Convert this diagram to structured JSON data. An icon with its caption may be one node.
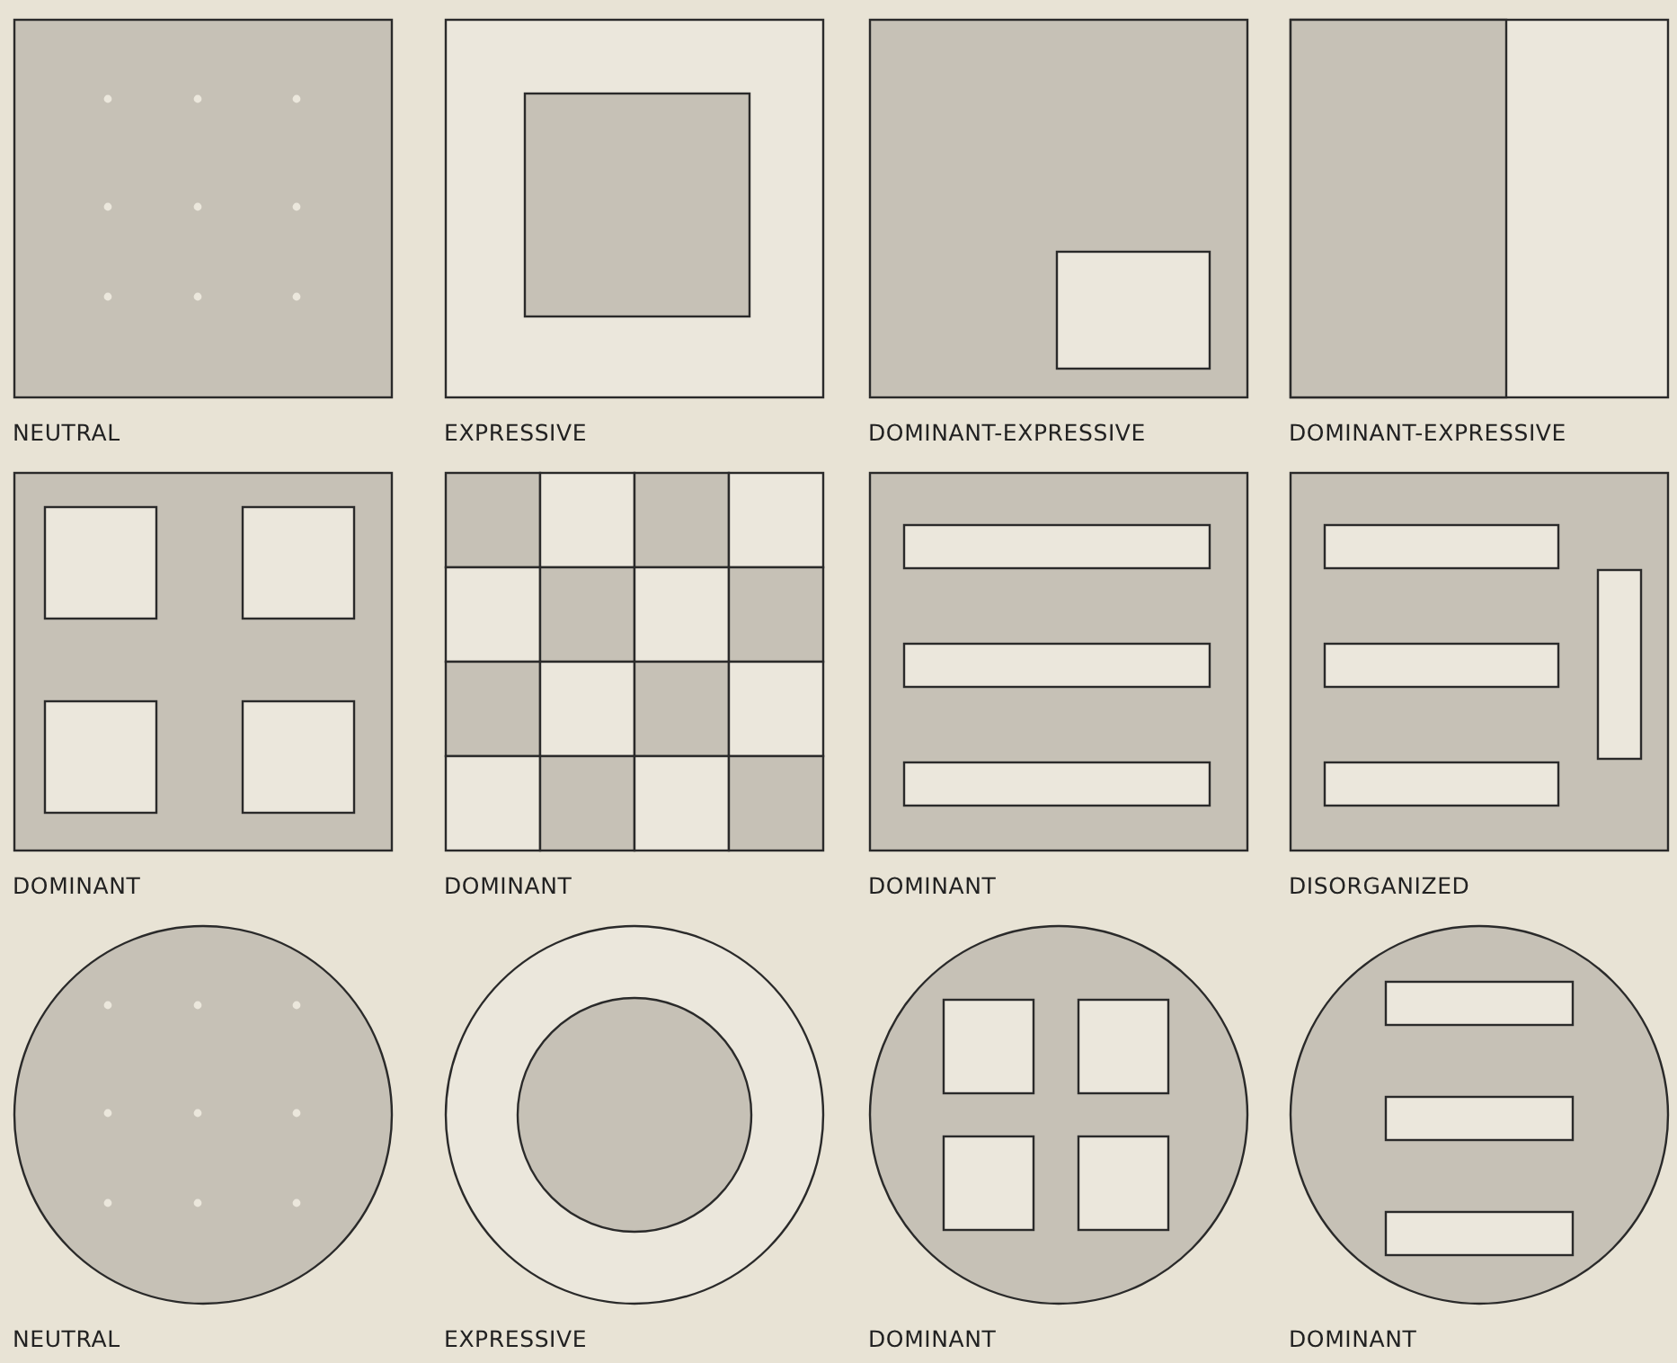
{
  "diagram": {
    "nodes": [
      {
        "text": [
          "NEUTRAL"
        ]
      },
      {
        "text": [
          "EXPRESSIVE"
        ]
      },
      {
        "text": [
          "DOMINANT-EXPRESSIVE"
        ]
      },
      {
        "text": [
          "DOMINANT-EXPRESSIVE"
        ]
      },
      {
        "text": [
          "DOMINANT"
        ]
      },
      {
        "text": [
          "DOMINANT"
        ]
      },
      {
        "text": [
          "DOMINANT"
        ]
      },
      {
        "text": [
          "DISORGANIZED"
        ]
      },
      {
        "text": [
          "NEUTRAL"
        ]
      },
      {
        "text": [
          "EXPRESSIVE"
        ]
      },
      {
        "text": [
          "DOMINANT"
        ]
      },
      {
        "text": [
          "DOMINANT"
        ]
      }
    ]
  }
}
